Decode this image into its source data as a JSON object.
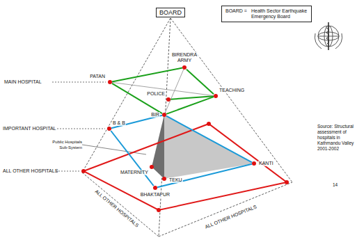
{
  "diagram": {
    "nodes": [
      {
        "text": [
          "BOARD"
        ]
      },
      {
        "text": [
          "BOARD =",
          "Health Sector Earthquake Emergency Board"
        ]
      },
      {
        "text": [
          "PATAN"
        ]
      },
      {
        "text": [
          "BIRENDRA ARMY"
        ]
      },
      {
        "text": [
          "TEACHING"
        ]
      },
      {
        "text": [
          "POLICE"
        ]
      },
      {
        "text": [
          "BIR"
        ]
      },
      {
        "text": [
          "B & B"
        ]
      },
      {
        "text": [
          "KANTI"
        ]
      },
      {
        "text": [
          "MATERNITY"
        ]
      },
      {
        "text": [
          "TEKU"
        ]
      },
      {
        "text": [
          "BHAKTAPUR"
        ]
      }
    ],
    "edges": [
      {
        "from": 2,
        "to": 3,
        "arrow": "none"
      },
      {
        "from": 3,
        "to": 4,
        "arrow": "none"
      },
      {
        "from": 4,
        "to": 6,
        "arrow": "none"
      },
      {
        "from": 6,
        "to": 2,
        "arrow": "none"
      },
      {
        "from": 5,
        "to": 4,
        "arrow": "none"
      },
      {
        "from": 7,
        "to": 6,
        "arrow": "none"
      },
      {
        "from": 6,
        "to": 8,
        "arrow": "none"
      },
      {
        "from": 8,
        "to": 11,
        "arrow": "none"
      },
      {
        "from": 11,
        "to": 7,
        "arrow": "none"
      },
      {
        "from": 2,
        "to": 4,
        "arrow": "none"
      },
      {
        "from": 3,
        "to": 6,
        "arrow": "none"
      }
    ],
    "labels": [
      "MAIN HOSPITAL",
      "IMPORTANT HOSPITAL",
      "ALL OTHER HOSPITALS",
      "Public Hospitals Sub-System",
      "ALL OTHER HOSPITALS",
      "ALL OTHER HOSPITALS",
      "Source: Structural assessment of hospitals in Kathmandu Valley 2001-2002",
      "14"
    ]
  }
}
